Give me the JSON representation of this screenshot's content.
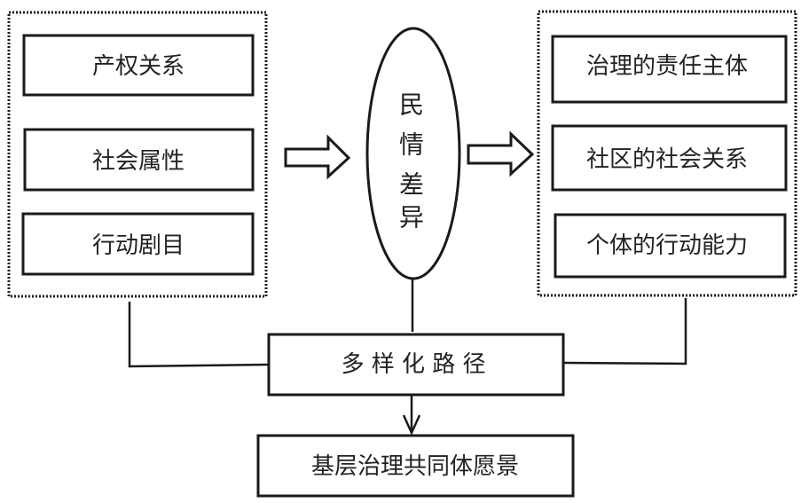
{
  "left_group": {
    "items": [
      "产权关系",
      "社会属性",
      "行动剧目"
    ]
  },
  "center": {
    "ellipse_label_chars": [
      "民",
      "情",
      "差",
      "异"
    ]
  },
  "right_group": {
    "items": [
      "治理的责任主体",
      "社区的社会关系",
      "个体的行动能力"
    ]
  },
  "path_box": {
    "label": "多 样 化 路 径"
  },
  "goal_box": {
    "label": "基层治理共同体愿景"
  }
}
